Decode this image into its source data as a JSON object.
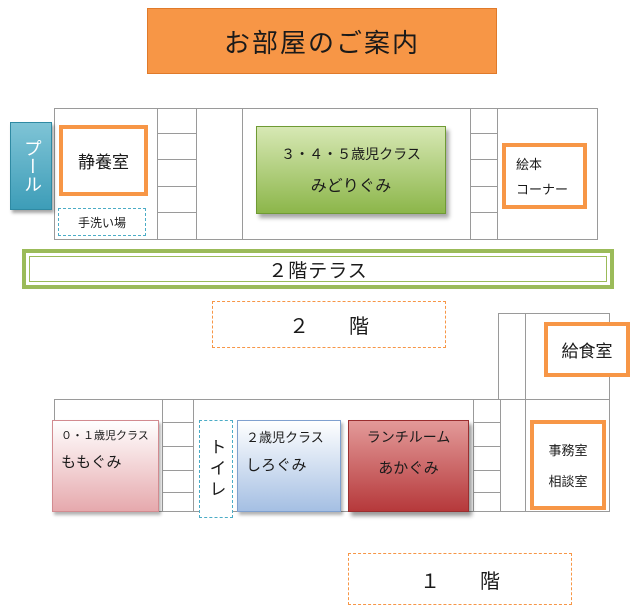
{
  "title": "お部屋のご案内",
  "floor2": {
    "pool": "プール",
    "rest_room": "静養室",
    "washroom": "手洗い場",
    "class_345": {
      "label": "３・４・５歳児クラス",
      "name": "みどりぐみ"
    },
    "picture_book": {
      "line1": "絵本",
      "line2": "コーナー"
    },
    "terrace": "２階テラス",
    "floor_label": "２　　階"
  },
  "floor1": {
    "kitchen": "給食室",
    "class_01": {
      "label": "０・１歳児クラス",
      "name": "ももぐみ"
    },
    "toilet": "トイレ",
    "class_2": {
      "label": "２歳児クラス",
      "name": "しろぐみ"
    },
    "lunch_room": {
      "label": "ランチルーム",
      "name": "あかぐみ"
    },
    "office": {
      "line1": "事務室",
      "line2": "相談室"
    },
    "floor_label": "１　　階"
  },
  "colors": {
    "title_bg": "#f79646",
    "room_border": "#f79646",
    "terrace_border": "#9bbb59",
    "green_class": "#8cb64a",
    "pink_class": "#e6a9ad",
    "blue_class": "#a5bfe3",
    "red_class": "#b6393b",
    "pool": "#4bacc6"
  }
}
